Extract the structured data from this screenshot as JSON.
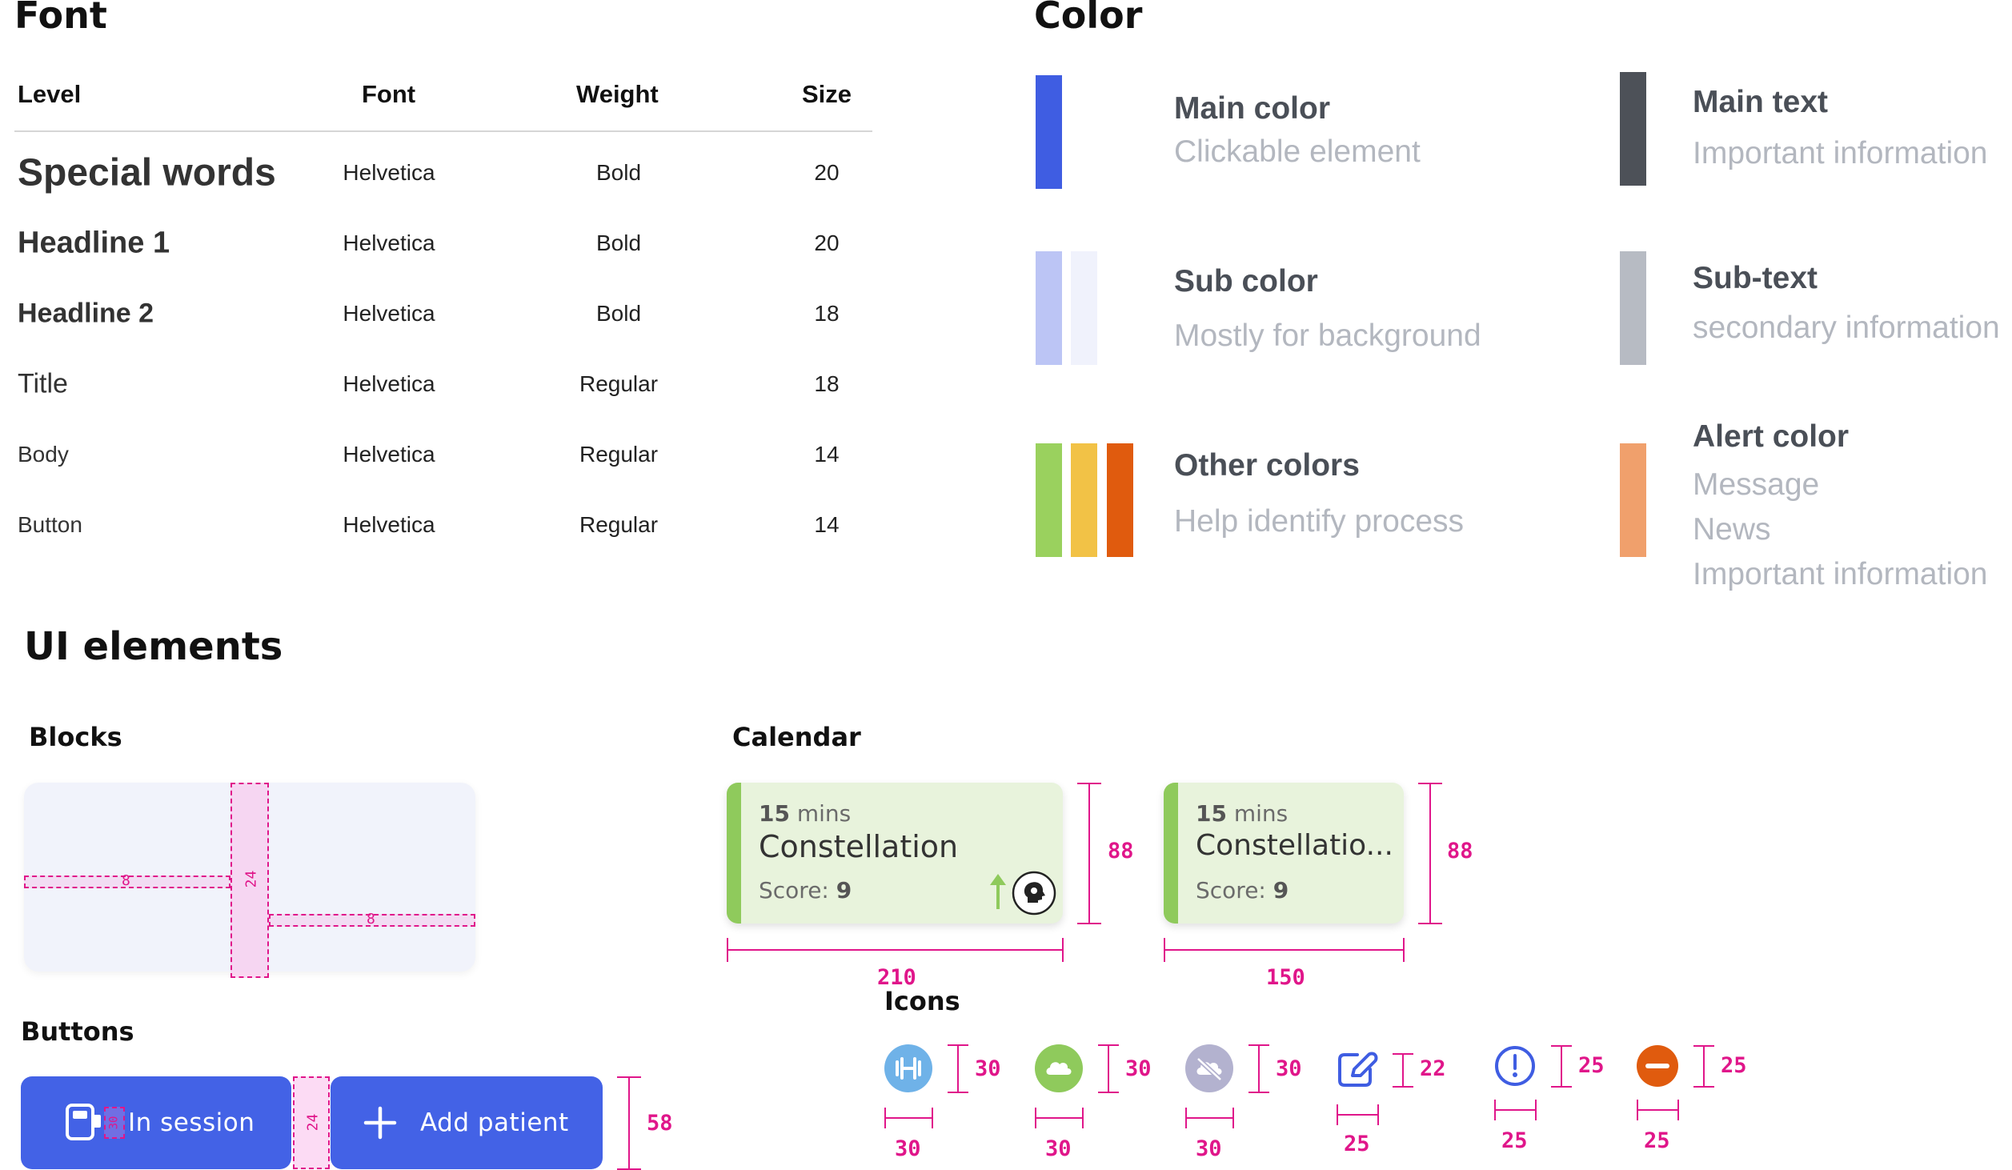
{
  "font_section": {
    "title": "Font",
    "headers": {
      "level": "Level",
      "font": "Font",
      "weight": "Weight",
      "size": "Size"
    },
    "rows": [
      {
        "level": "Special words",
        "font": "Helvetica",
        "weight": "Bold",
        "size": "20"
      },
      {
        "level": "Headline 1",
        "font": "Helvetica",
        "weight": "Bold",
        "size": "20"
      },
      {
        "level": "Headline 2",
        "font": "Helvetica",
        "weight": "Bold",
        "size": "18"
      },
      {
        "level": "Title",
        "font": "Helvetica",
        "weight": "Regular",
        "size": "18"
      },
      {
        "level": "Body",
        "font": "Helvetica",
        "weight": "Regular",
        "size": "14"
      },
      {
        "level": "Button",
        "font": "Helvetica",
        "weight": "Regular",
        "size": "14"
      }
    ]
  },
  "color_section": {
    "title": "Color",
    "groups": [
      {
        "title": "Main color",
        "lines": [
          "Clickable element"
        ],
        "swatches": [
          "#3f5de2"
        ]
      },
      {
        "title": "Sub color",
        "lines": [
          "Mostly for background"
        ],
        "swatches": [
          "#bcc5f5",
          "#f0f2fc"
        ]
      },
      {
        "title": "Other colors",
        "lines": [
          "Help identify process"
        ],
        "swatches": [
          "#9ad15e",
          "#f2c246",
          "#e05b0e"
        ]
      },
      {
        "title": "Main text",
        "lines": [
          "Important information"
        ],
        "swatches": [
          "#4d5158"
        ]
      },
      {
        "title": "Sub-text",
        "lines": [
          "secondary information"
        ],
        "swatches": [
          "#b7bbc3"
        ]
      },
      {
        "title": "Alert color",
        "lines": [
          "Message",
          "News",
          "Important information"
        ],
        "swatches": [
          "#f0a06c"
        ]
      }
    ]
  },
  "ui_section": {
    "title": "UI elements",
    "blocks": {
      "title": "Blocks",
      "pad_h": "8",
      "gap_v": "24",
      "pad_h2": "8"
    },
    "calendar": {
      "title": "Calendar",
      "cards": [
        {
          "mins_num": "15",
          "mins_unit": " mins",
          "name": "Constellation",
          "score_label": "Score: ",
          "score": "9",
          "width": "210",
          "height": "88"
        },
        {
          "mins_num": "15",
          "mins_unit": " mins",
          "name": "Constellatio...",
          "score_label": "Score: ",
          "score": "9",
          "width": "150",
          "height": "88"
        }
      ]
    },
    "buttons": {
      "title": "Buttons",
      "items": [
        {
          "label": "In session",
          "icon": "session-device-icon"
        },
        {
          "label": "Add patient",
          "icon": "plus-icon"
        }
      ],
      "icon_gap": "30",
      "gap": "24",
      "height": "58"
    },
    "icons": {
      "title": "Icons",
      "items": [
        {
          "name": "fitness-icon",
          "color": "#6fb2e8",
          "height": "30",
          "width": "30"
        },
        {
          "name": "cloud-icon",
          "color": "#8fca5c",
          "height": "30",
          "width": "30"
        },
        {
          "name": "cloud-off-icon",
          "color": "#b3b2cf",
          "height": "30",
          "width": "30"
        },
        {
          "name": "edit-icon",
          "color": "#3f5de2",
          "height": "22",
          "width": "25"
        },
        {
          "name": "alert-icon",
          "color": "#3f5de2",
          "height": "25",
          "width": "25"
        },
        {
          "name": "remove-icon",
          "color": "#e05b0e",
          "height": "25",
          "width": "25"
        }
      ]
    }
  }
}
